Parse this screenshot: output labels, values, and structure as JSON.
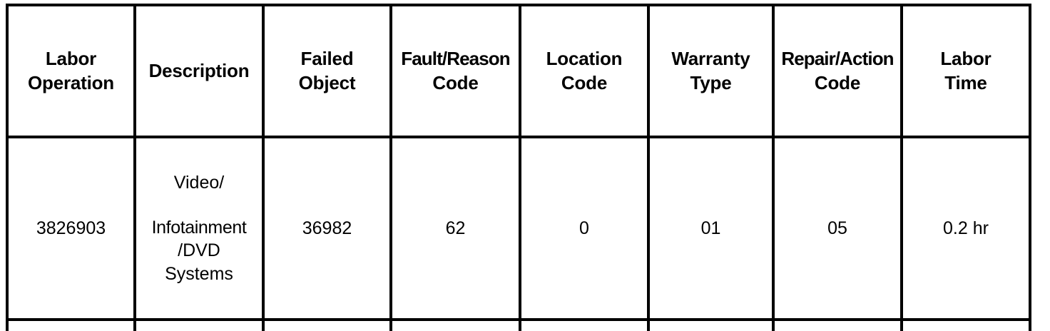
{
  "document": {
    "type": "warranty-labor-operation-table",
    "border_color": "#000000",
    "background_color": "#ffffff",
    "text_color": "#000000"
  },
  "table": {
    "columns": [
      {
        "key": "labor_operation",
        "header_line1": "Labor",
        "header_line2": "Operation"
      },
      {
        "key": "description",
        "header_line1": "Description",
        "header_line2": ""
      },
      {
        "key": "failed_object",
        "header_line1": "Failed",
        "header_line2": "Object"
      },
      {
        "key": "fault_reason_code",
        "header_line1": "Fault/Reason",
        "header_line2": "Code"
      },
      {
        "key": "location_code",
        "header_line1": "Location",
        "header_line2": "Code"
      },
      {
        "key": "warranty_type",
        "header_line1": "Warranty",
        "header_line2": "Type"
      },
      {
        "key": "repair_action_code",
        "header_line1": "Repair/Action",
        "header_line2": "Code"
      },
      {
        "key": "labor_time",
        "header_line1": "Labor",
        "header_line2": "Time"
      }
    ],
    "rows": [
      {
        "labor_operation": "3826903",
        "description_lines": [
          "Video/",
          "Infotainment",
          "/DVD",
          "Systems"
        ],
        "failed_object": "36982",
        "fault_reason_code": "62",
        "location_code": "0",
        "warranty_type": "01",
        "repair_action_code": "05",
        "labor_time": "0.2 hr"
      }
    ]
  }
}
